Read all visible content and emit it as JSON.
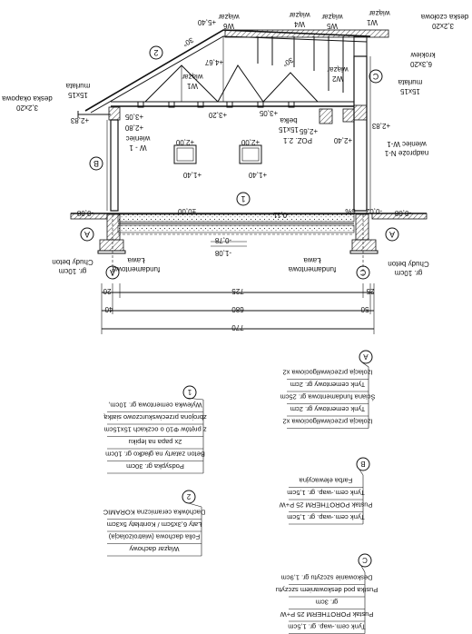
{
  "section": {
    "labels": {
      "wiazar1": "wiązar",
      "wiazar2": "wiązar",
      "wiazar3": "wiązar",
      "wiazar4": "wiązar",
      "w6": "W6",
      "w4": "W4",
      "w5": "W5",
      "w1a": "W1",
      "w1b": "W1",
      "w2": "W2",
      "deska_czolowa": "deska czołowa",
      "deska_czolowa_dim": "3,2x20",
      "krokiew": "krokiew",
      "krokiew_dim": "6,3x20",
      "murlata_right": "murłata",
      "murlata_right_dim": "15x15",
      "murlata_left": "murłata",
      "murlata_left_dim": "15x15",
      "deska_okapowa": "deska okapowa",
      "deska_okapowa_dim": "3,2x20",
      "belka": "belka",
      "belka_dim": "15x15",
      "poz": "POZ. 2.1",
      "wieniec_left": "wieniec",
      "wieniec_left_tag": "W - 1",
      "wieniec_right": "wieniec W-1",
      "nadproze": "nadproże N-1",
      "lawa_left_1": "Ława",
      "lawa_left_2": "fundamentowa",
      "lawa_right_1": "Ława",
      "lawa_right_2": "fundamentowa",
      "chudy_beton_left_1": "Chudy beton",
      "chudy_beton_left_2": "gr. 10cm",
      "chudy_beton_right_1": "Chudy beton",
      "chudy_beton_right_2": "gr. 10cm",
      "slope": "30°"
    },
    "levels": {
      "ridge": "+5,40",
      "top_inner": "+4,67",
      "l305_left": "+3,05",
      "l280_left": "+2,80",
      "l320": "+3,20",
      "l305_right": "+3,05",
      "l283_left": "+2,83",
      "l283_right": "+2,83",
      "l265": "+2,65",
      "l240": "+2,40",
      "win1_top": "+2,00",
      "win1_bottom": "+1,40",
      "win2_top": "+2,00",
      "win2_bottom": "+1,40",
      "zero": "±0,00",
      "m011": "-0,11",
      "m008_left": "-0,08",
      "m008_right": "-0,08",
      "m002": "-0,02",
      "m078": "-0,78",
      "m108": "-1,08"
    },
    "markers": {
      "one": "1",
      "two": "2",
      "a_left": "A",
      "b_left": "B",
      "c_right": "C",
      "a_right": "A",
      "a_bottom": "A",
      "c_bottom": "C"
    },
    "dimensions": {
      "d20": "20",
      "d725": "725",
      "d25": "25",
      "d40": "40",
      "d680": "680",
      "d50": "50",
      "d770": "770",
      "d5": "5%"
    }
  },
  "legends": {
    "A": {
      "marker": "A",
      "items": [
        "Izolacja przeciwwilgociowa x2",
        "Tynk cementowy gr. 2cm",
        "Ściana fundamentowa gr. 25cm",
        "Tynk cementowy gr. 2cm",
        "Izolacja przeciwwilgociowa x2"
      ]
    },
    "one": {
      "marker": "1",
      "items": [
        "Wylewka cementowa gr. 10cm,",
        "zbrojona przeciwskurczowo siatką",
        "z prętów Φ10 o oczkach 15x15cm",
        "2x papa na lepiku",
        "Beton zatarty na gładko gr. 10cm",
        "Podsypka gr. 30cm"
      ]
    },
    "B": {
      "marker": "B",
      "items": [
        "Farba elewacyjna",
        "Tynk cem.-wap. gr. 1,5cm",
        "Pustak POROTHERM 25 P+W",
        "Tynk cem.-wap. gr. 1,5cm"
      ]
    },
    "two": {
      "marker": "2",
      "items": [
        "Dachówka ceramiczna KORAMIC",
        "Łaty 6,3x5cm / Kontrłaty 5x3cm",
        "Folia dachowa (wiatroizolacja)",
        "Wiązar dachowy"
      ]
    },
    "C": {
      "marker": "C",
      "items": [
        "Deskowanie szczytu gr. 1,9cm",
        "Pustka pod deskowaniem szczytu",
        "gr. 3cm",
        "Pustak POROTHERM 25 P+W",
        "Tynk cem.-wap. gr. 1,5cm"
      ]
    }
  }
}
